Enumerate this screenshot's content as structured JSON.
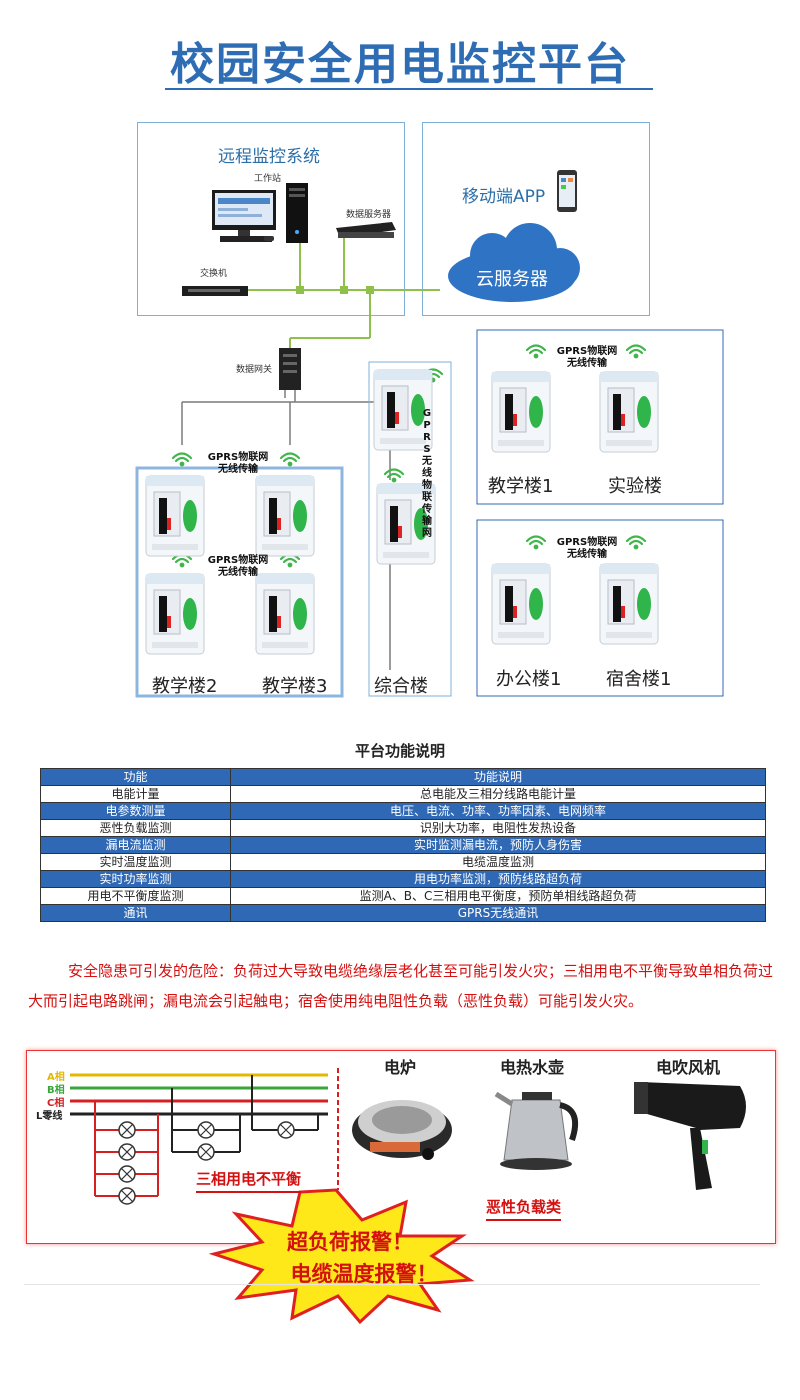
{
  "title": "校园安全用电监控平台",
  "remote_panel": {
    "title": "远程监控系统",
    "workstation": "工作站",
    "data_server": "数据服务器",
    "switch": "交换机"
  },
  "cloud_panel": {
    "mobile": "移动端APP",
    "cloud": "云服务器"
  },
  "gateway": "数据网关",
  "gprs_line1": "GPRS物联网",
  "gprs_line2": "无线传输",
  "gprs_vertical": "GPRS无线物联传输网",
  "buildings": {
    "b2": "教学楼2",
    "b3": "教学楼3",
    "zonghe": "综合楼",
    "b1": "教学楼1",
    "lab": "实验楼",
    "office": "办公楼1",
    "dorm": "宿舍楼1"
  },
  "table": {
    "title": "平台功能说明",
    "headers": [
      "功能",
      "功能说明"
    ],
    "rows": [
      [
        "电能计量",
        "总电能及三相分线路电能计量"
      ],
      [
        "电参数测量",
        "电压、电流、功率、功率因素、电网频率"
      ],
      [
        "恶性负载监测",
        "识别大功率，电阻性发热设备"
      ],
      [
        "漏电流监测",
        "实时监测漏电流，预防人身伤害"
      ],
      [
        "实时温度监测",
        "电缆温度监测"
      ],
      [
        "实时功率监测",
        "用电功率监测，预防线路超负荷"
      ],
      [
        "用电不平衡度监测",
        "监测A、B、C三相用电平衡度，预防单相线路超负荷"
      ],
      [
        "通讯",
        "GPRS无线通讯"
      ]
    ]
  },
  "warning": "安全隐患可引发的危险：负荷过大导致电缆绝缘层老化甚至可能引发火灾；三相用电不平衡导致单相负荷过大而引起电路跳闸；漏电流会引起触电；宿舍使用纯电阻性负载（恶性负载）可能引发火灾。",
  "circuit": {
    "a": "A相",
    "b": "B相",
    "c": "C相",
    "l": "L零线",
    "unbalance": "三相用电不平衡"
  },
  "appliances": {
    "stove": "电炉",
    "kettle": "电热水壶",
    "dryer": "电吹风机",
    "category": "恶性负载类"
  },
  "alarms": {
    "overload": "超负荷报警！",
    "temp": "电缆温度报警！"
  },
  "colors": {
    "title_blue": "#2e6db4",
    "table_blue": "#2f69b5",
    "warning_red": "#d41010",
    "meter_green": "#2fb54a",
    "phase_a": "#e5b800",
    "phase_b": "#3aa63a",
    "phase_c": "#d42020"
  }
}
